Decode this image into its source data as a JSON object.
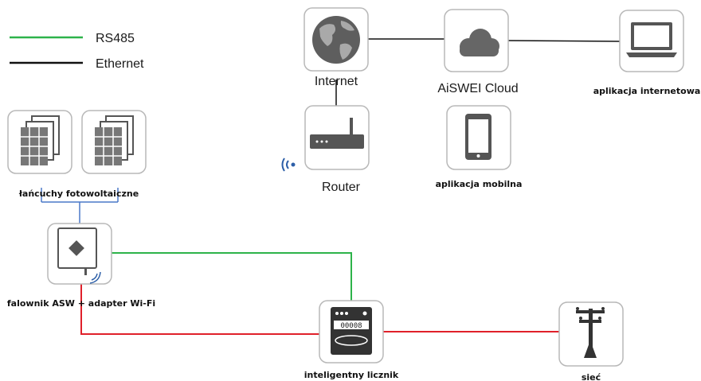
{
  "legend": {
    "items": [
      {
        "label": "RS485",
        "color": "#2db34a"
      },
      {
        "label": "Ethernet",
        "color": "#111111"
      }
    ]
  },
  "colors": {
    "rs485": "#2db34a",
    "ethernet": "#111111",
    "power": "#e0202a",
    "dc": "#4a78c8",
    "box_border": "#b8b8b8",
    "icon_gray": "#666666"
  },
  "nodes": {
    "internet": {
      "label": "Internet",
      "icon": "globe-icon"
    },
    "cloud": {
      "label": "AiSWEI Cloud",
      "icon": "cloud-icon"
    },
    "web_app": {
      "label": "aplikacja internetowa",
      "icon": "laptop-icon"
    },
    "router": {
      "label": "Router",
      "icon": "router-icon"
    },
    "mobile_app": {
      "label": "aplikacja mobilna",
      "icon": "smartphone-icon"
    },
    "pv_strings": {
      "label": "łańcuchy fotowoltaiczne",
      "icon": "solar-panel-icon"
    },
    "inverter": {
      "label": "falownik ASW + adapter Wi-Fi",
      "icon": "inverter-icon"
    },
    "meter": {
      "label": "inteligentny licznik",
      "icon": "smart-meter-icon",
      "display": "00008"
    },
    "grid": {
      "label": "sieć",
      "icon": "power-pole-icon"
    }
  }
}
